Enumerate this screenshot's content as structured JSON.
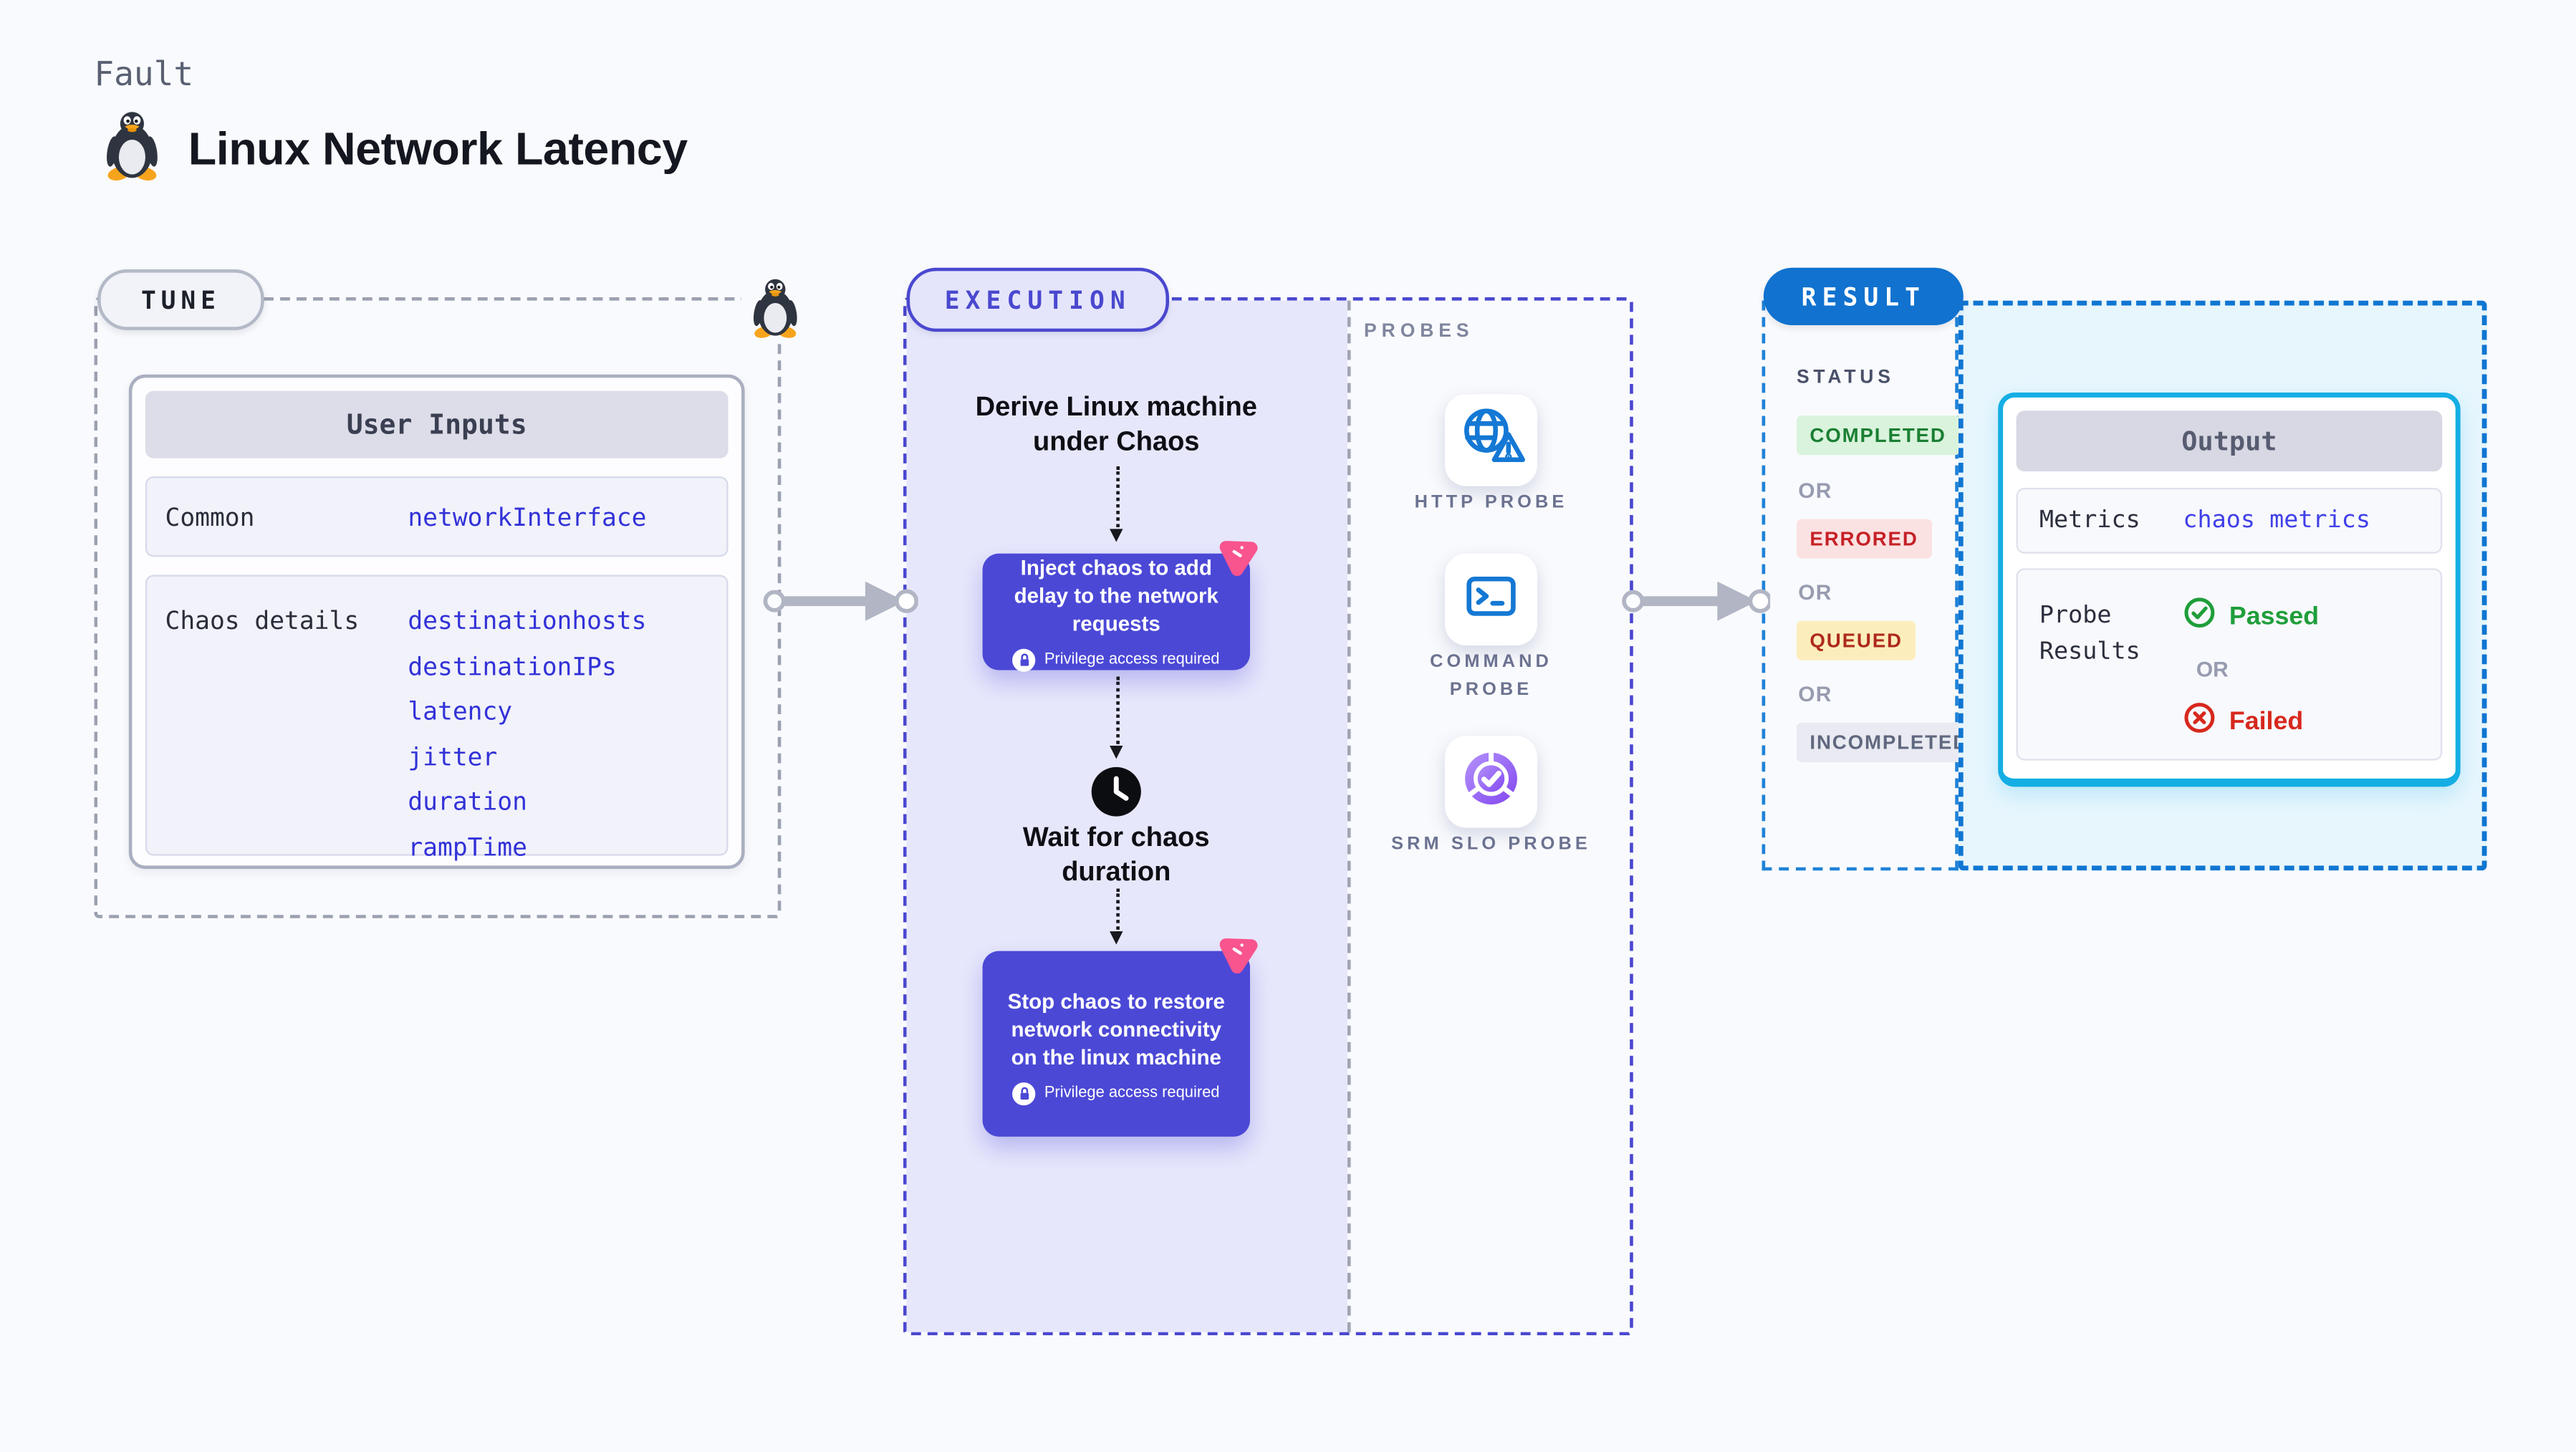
{
  "header": {
    "eyebrow": "Fault",
    "title": "Linux Network Latency",
    "title_icon": "tux-penguin-icon"
  },
  "tune": {
    "badge": "TUNE",
    "table": {
      "header": "User Inputs",
      "rows": [
        {
          "label": "Common",
          "values": [
            "networkInterface"
          ]
        },
        {
          "label": "Chaos details",
          "values": [
            "destinationhosts",
            "destinationIPs",
            "latency",
            "jitter",
            "duration",
            "rampTime"
          ]
        }
      ]
    }
  },
  "execution": {
    "badge": "EXECUTION",
    "derive_step": "Derive Linux machine under Chaos",
    "inject_step": "Inject chaos to add delay to the network requests",
    "wait_step": "Wait for chaos duration",
    "stop_step": "Stop chaos to restore network connectivity on the linux machine",
    "privilege_note": "Privilege access required"
  },
  "probes": {
    "label": "PROBES",
    "items": [
      {
        "label": "HTTP PROBE",
        "icon": "globe-alert-icon"
      },
      {
        "label": "COMMAND PROBE",
        "icon": "terminal-icon"
      },
      {
        "label": "SRM SLO PROBE",
        "icon": "slo-pie-check-icon"
      }
    ]
  },
  "result": {
    "badge": "RESULT",
    "status": {
      "heading": "STATUS",
      "separator": "OR",
      "badges": [
        "COMPLETED",
        "ERRORED",
        "QUEUED",
        "INCOMPLETED"
      ]
    },
    "output": {
      "header": "Output",
      "metrics_label": "Metrics",
      "metrics_value": "chaos metrics",
      "probe_results_label": "Probe Results",
      "passed_label": "Passed",
      "or_label": "OR",
      "failed_label": "Failed"
    }
  },
  "colors": {
    "accent_indigo": "#4b48d6",
    "accent_blue": "#1172cf",
    "accent_cyan": "#14aee4",
    "panel_lavender": "#e7e7fc",
    "panel_cyan": "#e7f6fd",
    "arrow_gray": "#b1b5c4",
    "value_blue": "#3232d8",
    "chaos_pink": "#f8548e",
    "probe_blue": "#1478d4",
    "slo_purple": "#8b5cf6",
    "passed_green": "#1f9e3a",
    "failed_red": "#d7281d"
  }
}
